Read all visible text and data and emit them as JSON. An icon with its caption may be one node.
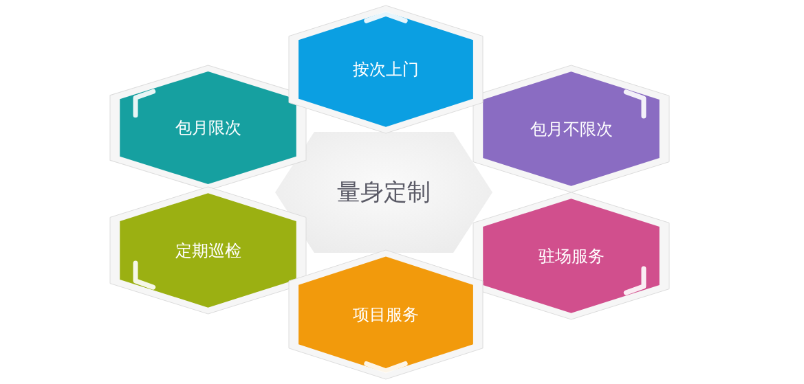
{
  "diagram": {
    "nodes": [
      {
        "text": [
          "按次上门"
        ]
      },
      {
        "text": [
          "包月限次"
        ]
      },
      {
        "text": [
          "包月不限次"
        ]
      },
      {
        "text": [
          "量身定制"
        ]
      },
      {
        "text": [
          "定期巡检"
        ]
      },
      {
        "text": [
          "驻场服务"
        ]
      },
      {
        "text": [
          "项目服务"
        ]
      }
    ]
  }
}
